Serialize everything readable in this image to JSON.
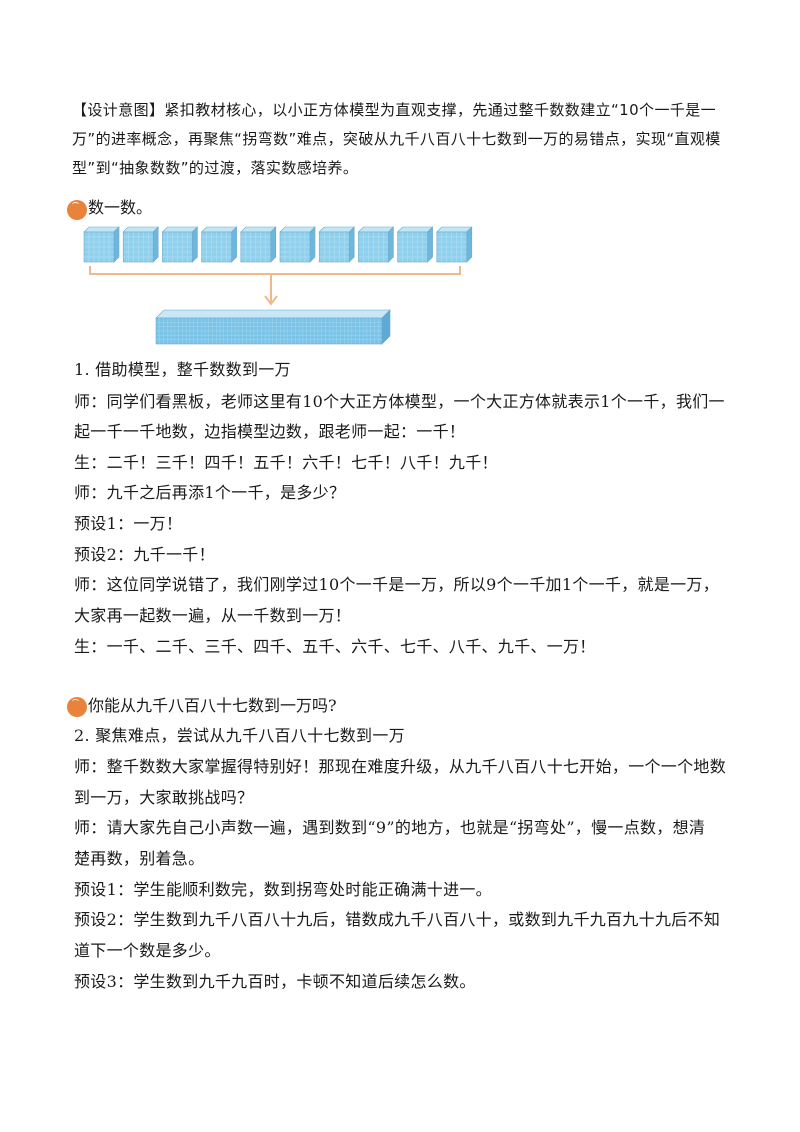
{
  "intro": {
    "text": "【设计意图】紧扣教材核心，以小正方体模型为直观支撑，先通过整千数数建立“10个一千是一万”的进率概念，再聚焦“拐弯数”难点，突破从九千八百八十七数到一万的易错点，实现“直观模型”到“抽象数数”的过渡，落实数感培养。"
  },
  "section1": {
    "title": "数一数。",
    "figure": {
      "cube_count": 10,
      "cube_color": "#8fd0ec",
      "slab_color": "#7cc3e8",
      "arrow_color": "#f0b98a"
    }
  },
  "part1": {
    "heading": "1. 借助模型，整千数数到一万",
    "lines": [
      "师：同学们看黑板，老师这里有10个大正方体模型，一个大正方体就表示1个一千，我们一",
      "起一千一千地数，边指模型边数，跟老师一起：一千！",
      "生：二千！三千！四千！五千！六千！七千！八千！九千！",
      "师：九千之后再添1个一千，是多少？",
      "预设1：一万！",
      "预设2：九千一千！",
      "师：这位同学说错了，我们刚学过10个一千是一万，所以9个一千加1个一千，就是一万，",
      "大家再一起数一遍，从一千数到一万！",
      "生：一千、二千、三千、四千、五千、六千、七千、八千、九千、一万！"
    ]
  },
  "section2": {
    "title": "你能从九千八百八十七数到一万吗?"
  },
  "part2": {
    "heading": "2. 聚焦难点，尝试从九千八百八十七数到一万",
    "lines": [
      "师：整千数数大家掌握得特别好！那现在难度升级，从九千八百八十七开始，一个一个地数",
      "到一万，大家敢挑战吗？",
      "师：请大家先自己小声数一遍，遇到数到“9”的地方，也就是“拐弯处”，慢一点数，想清",
      "楚再数，别着急。",
      "预设1：学生能顺利数完，数到拐弯处时能正确满十进一。",
      "预设2：学生数到九千八百八十九后，错数成九千八百八十，或数到九千九百九十九后不知",
      "道下一个数是多少。",
      "预设3：学生数到九千九百时，卡顿不知道后续怎么数。"
    ]
  }
}
